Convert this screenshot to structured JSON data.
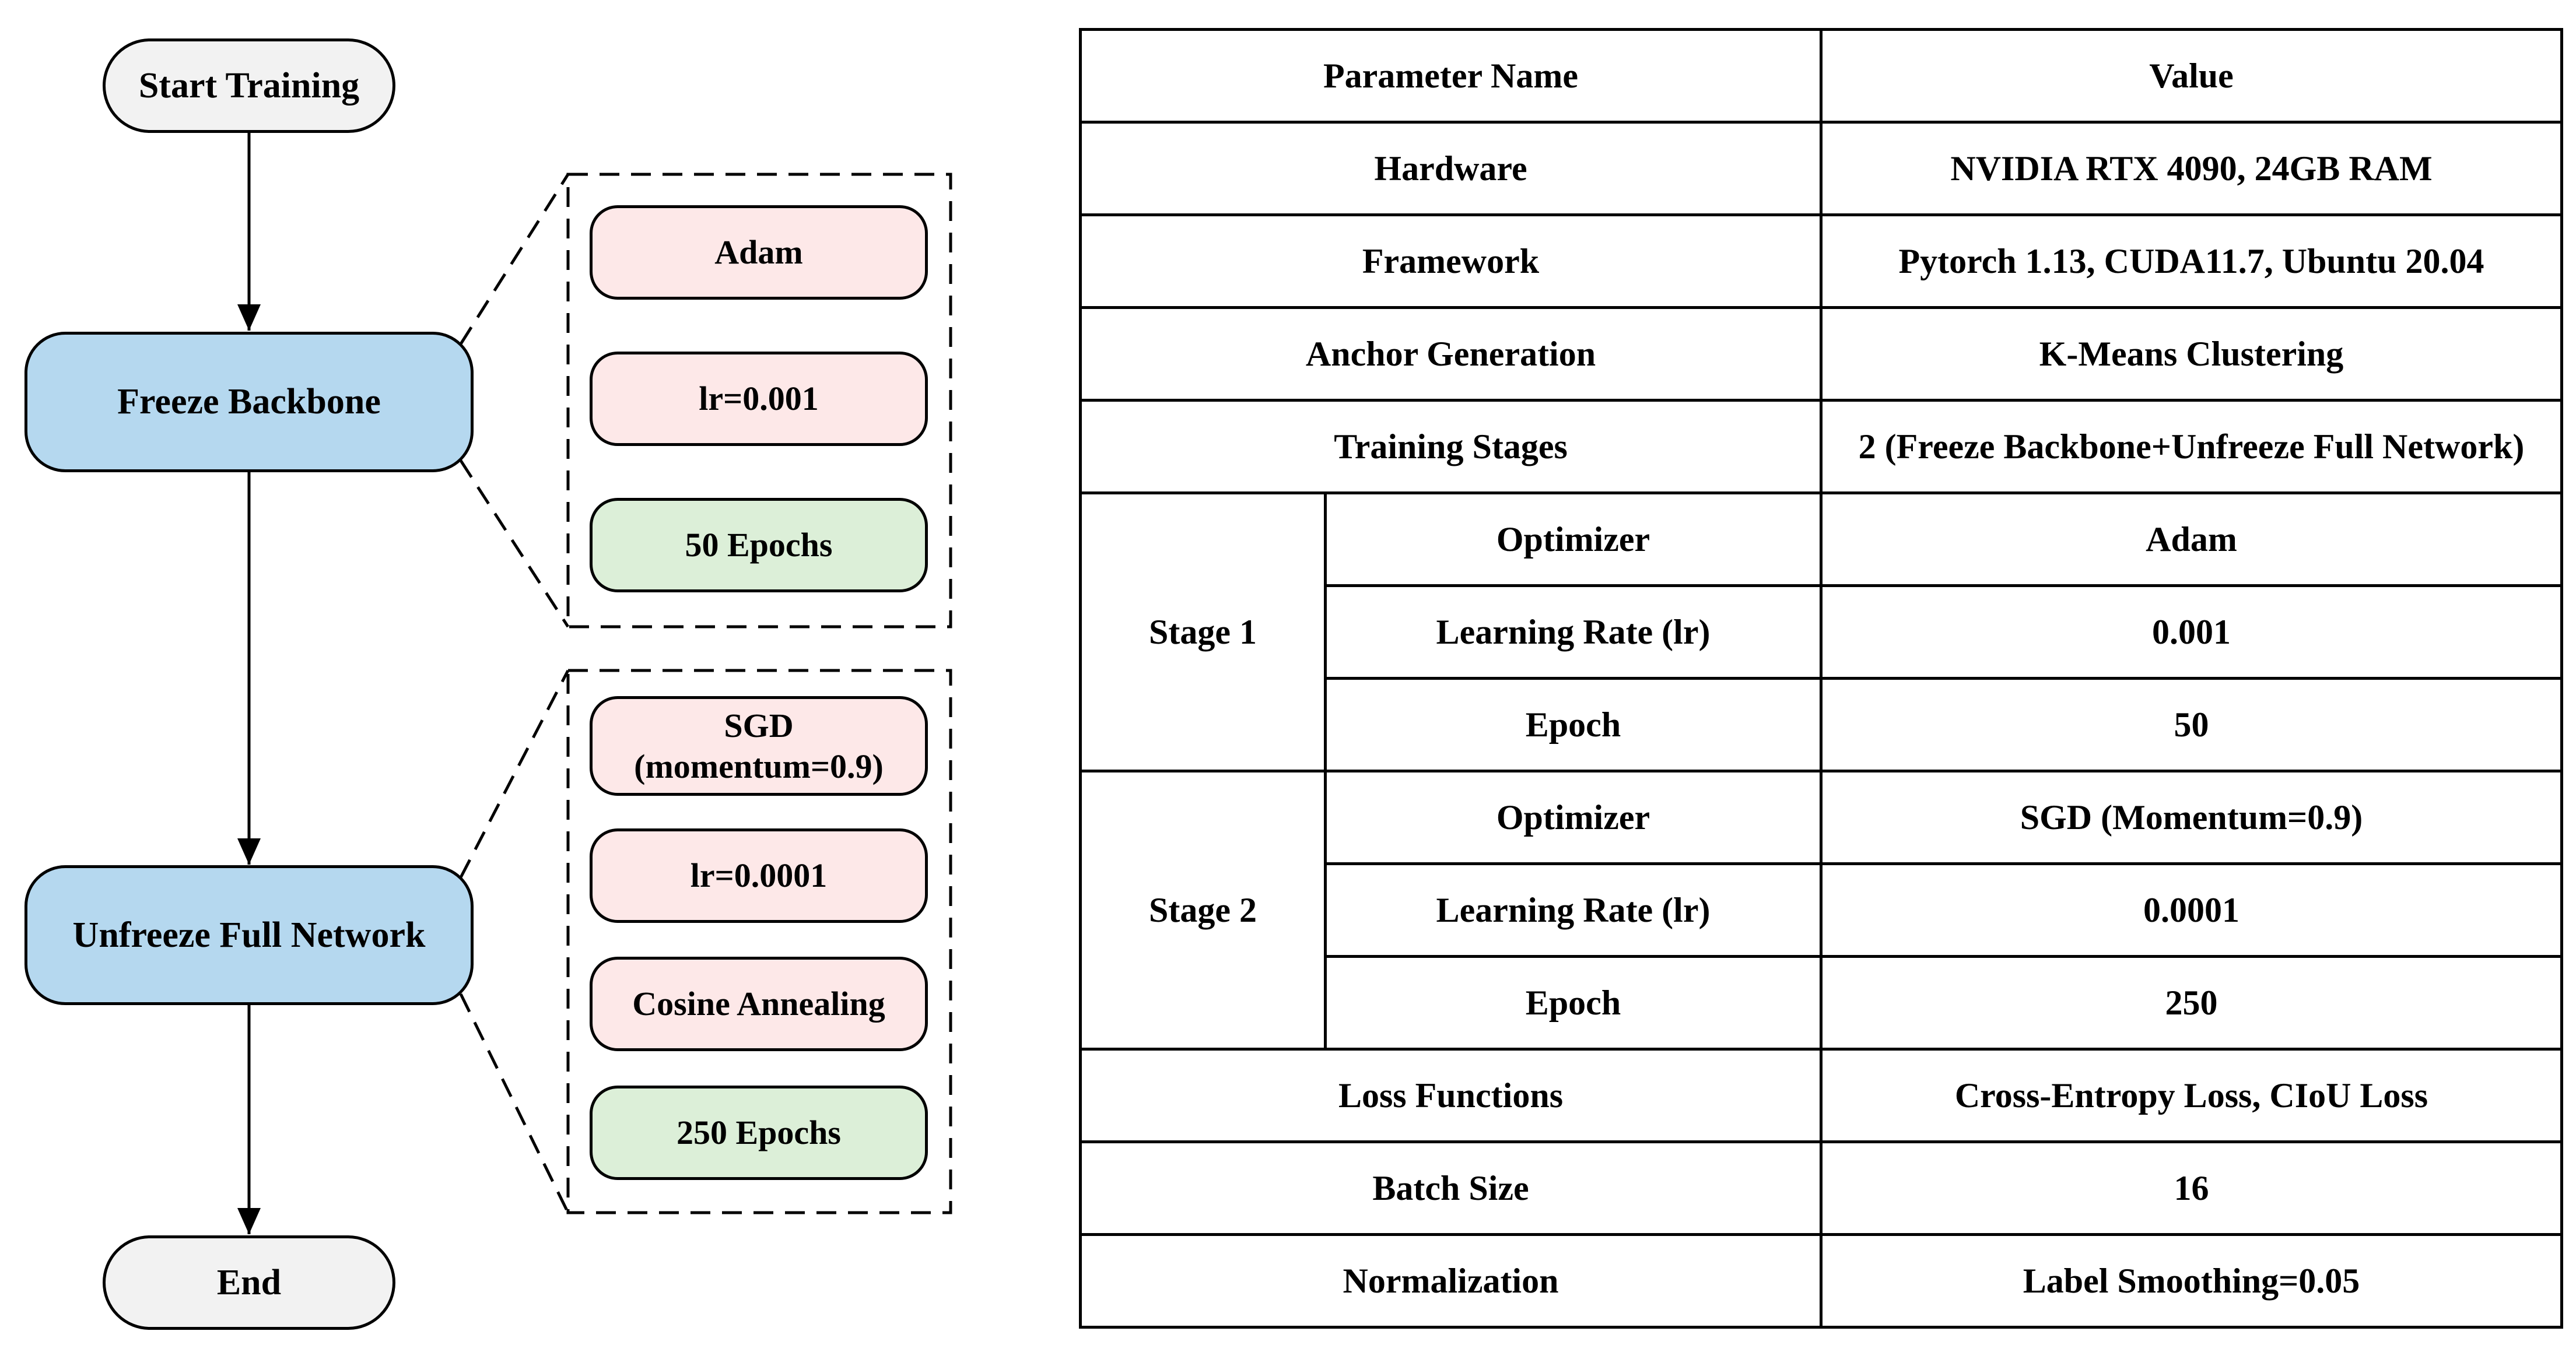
{
  "flowchart": {
    "start": "Start Training",
    "stage1": "Freeze Backbone",
    "stage2": "Unfreeze Full Network",
    "end": "End",
    "stage1_params": {
      "optimizer": "Adam",
      "lr": "lr=0.001",
      "epochs": "50 Epochs"
    },
    "stage2_params": {
      "optimizer_line1": "SGD",
      "optimizer_line2": "(momentum=0.9)",
      "lr": "lr=0.0001",
      "schedule": "Cosine Annealing",
      "epochs": "250 Epochs"
    },
    "colors": {
      "terminal": "#f2f2f2",
      "stage": "#b5d8ef",
      "param": "#fde8e8",
      "epoch": "#dcefd8"
    }
  },
  "table": {
    "header": {
      "name": "Parameter Name",
      "value": "Value"
    },
    "rows_top": [
      {
        "name": "Hardware",
        "value": "NVIDIA RTX 4090, 24GB RAM"
      },
      {
        "name": "Framework",
        "value": "Pytorch 1.13, CUDA11.7, Ubuntu 20.04"
      },
      {
        "name": "Anchor Generation",
        "value": "K-Means Clustering"
      },
      {
        "name": "Training Stages",
        "value": "2 (Freeze Backbone+Unfreeze Full Network)"
      }
    ],
    "stages": [
      {
        "label": "Stage 1",
        "rows": [
          {
            "name": "Optimizer",
            "value": "Adam"
          },
          {
            "name": "Learning Rate (lr)",
            "value": "0.001"
          },
          {
            "name": "Epoch",
            "value": "50"
          }
        ]
      },
      {
        "label": "Stage 2",
        "rows": [
          {
            "name": "Optimizer",
            "value": "SGD (Momentum=0.9)"
          },
          {
            "name": "Learning Rate (lr)",
            "value": "0.0001"
          },
          {
            "name": "Epoch",
            "value": "250"
          }
        ]
      }
    ],
    "rows_bottom": [
      {
        "name": "Loss Functions",
        "value": "Cross-Entropy Loss, CIoU Loss"
      },
      {
        "name": "Batch Size",
        "value": "16"
      },
      {
        "name": "Normalization",
        "value": "Label Smoothing=0.05"
      }
    ]
  }
}
